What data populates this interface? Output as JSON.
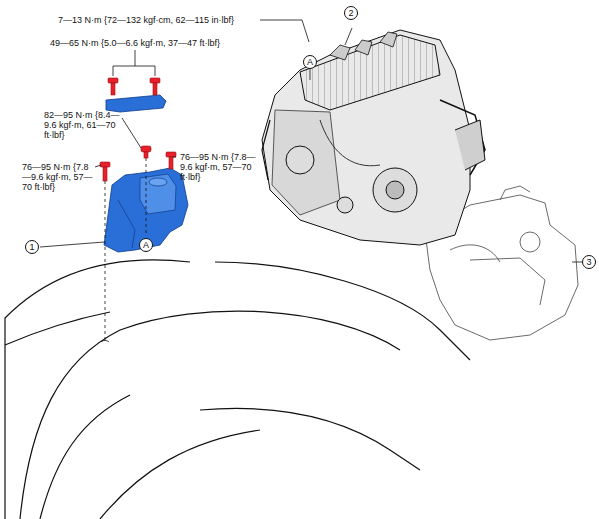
{
  "diagram": {
    "labels": [
      "7—13 N·m {72—132 kgf·cm, 62—115 in·lbf}",
      "2",
      "49—65 N·m {5.0—6.6 kgf·m, 37—47 ft·lbf}",
      "A",
      "82—95 N·m {8.4—9.6 kgf·m, 61—70 ft·lbf}",
      "76—95 N·m {7.8—9.6 kgf·m, 57—70 ft·lbf}",
      "76—95 N·m {7.8—9.6 kgf·m, 57—70 ft·lbf}",
      "1",
      "A",
      "3"
    ]
  }
}
